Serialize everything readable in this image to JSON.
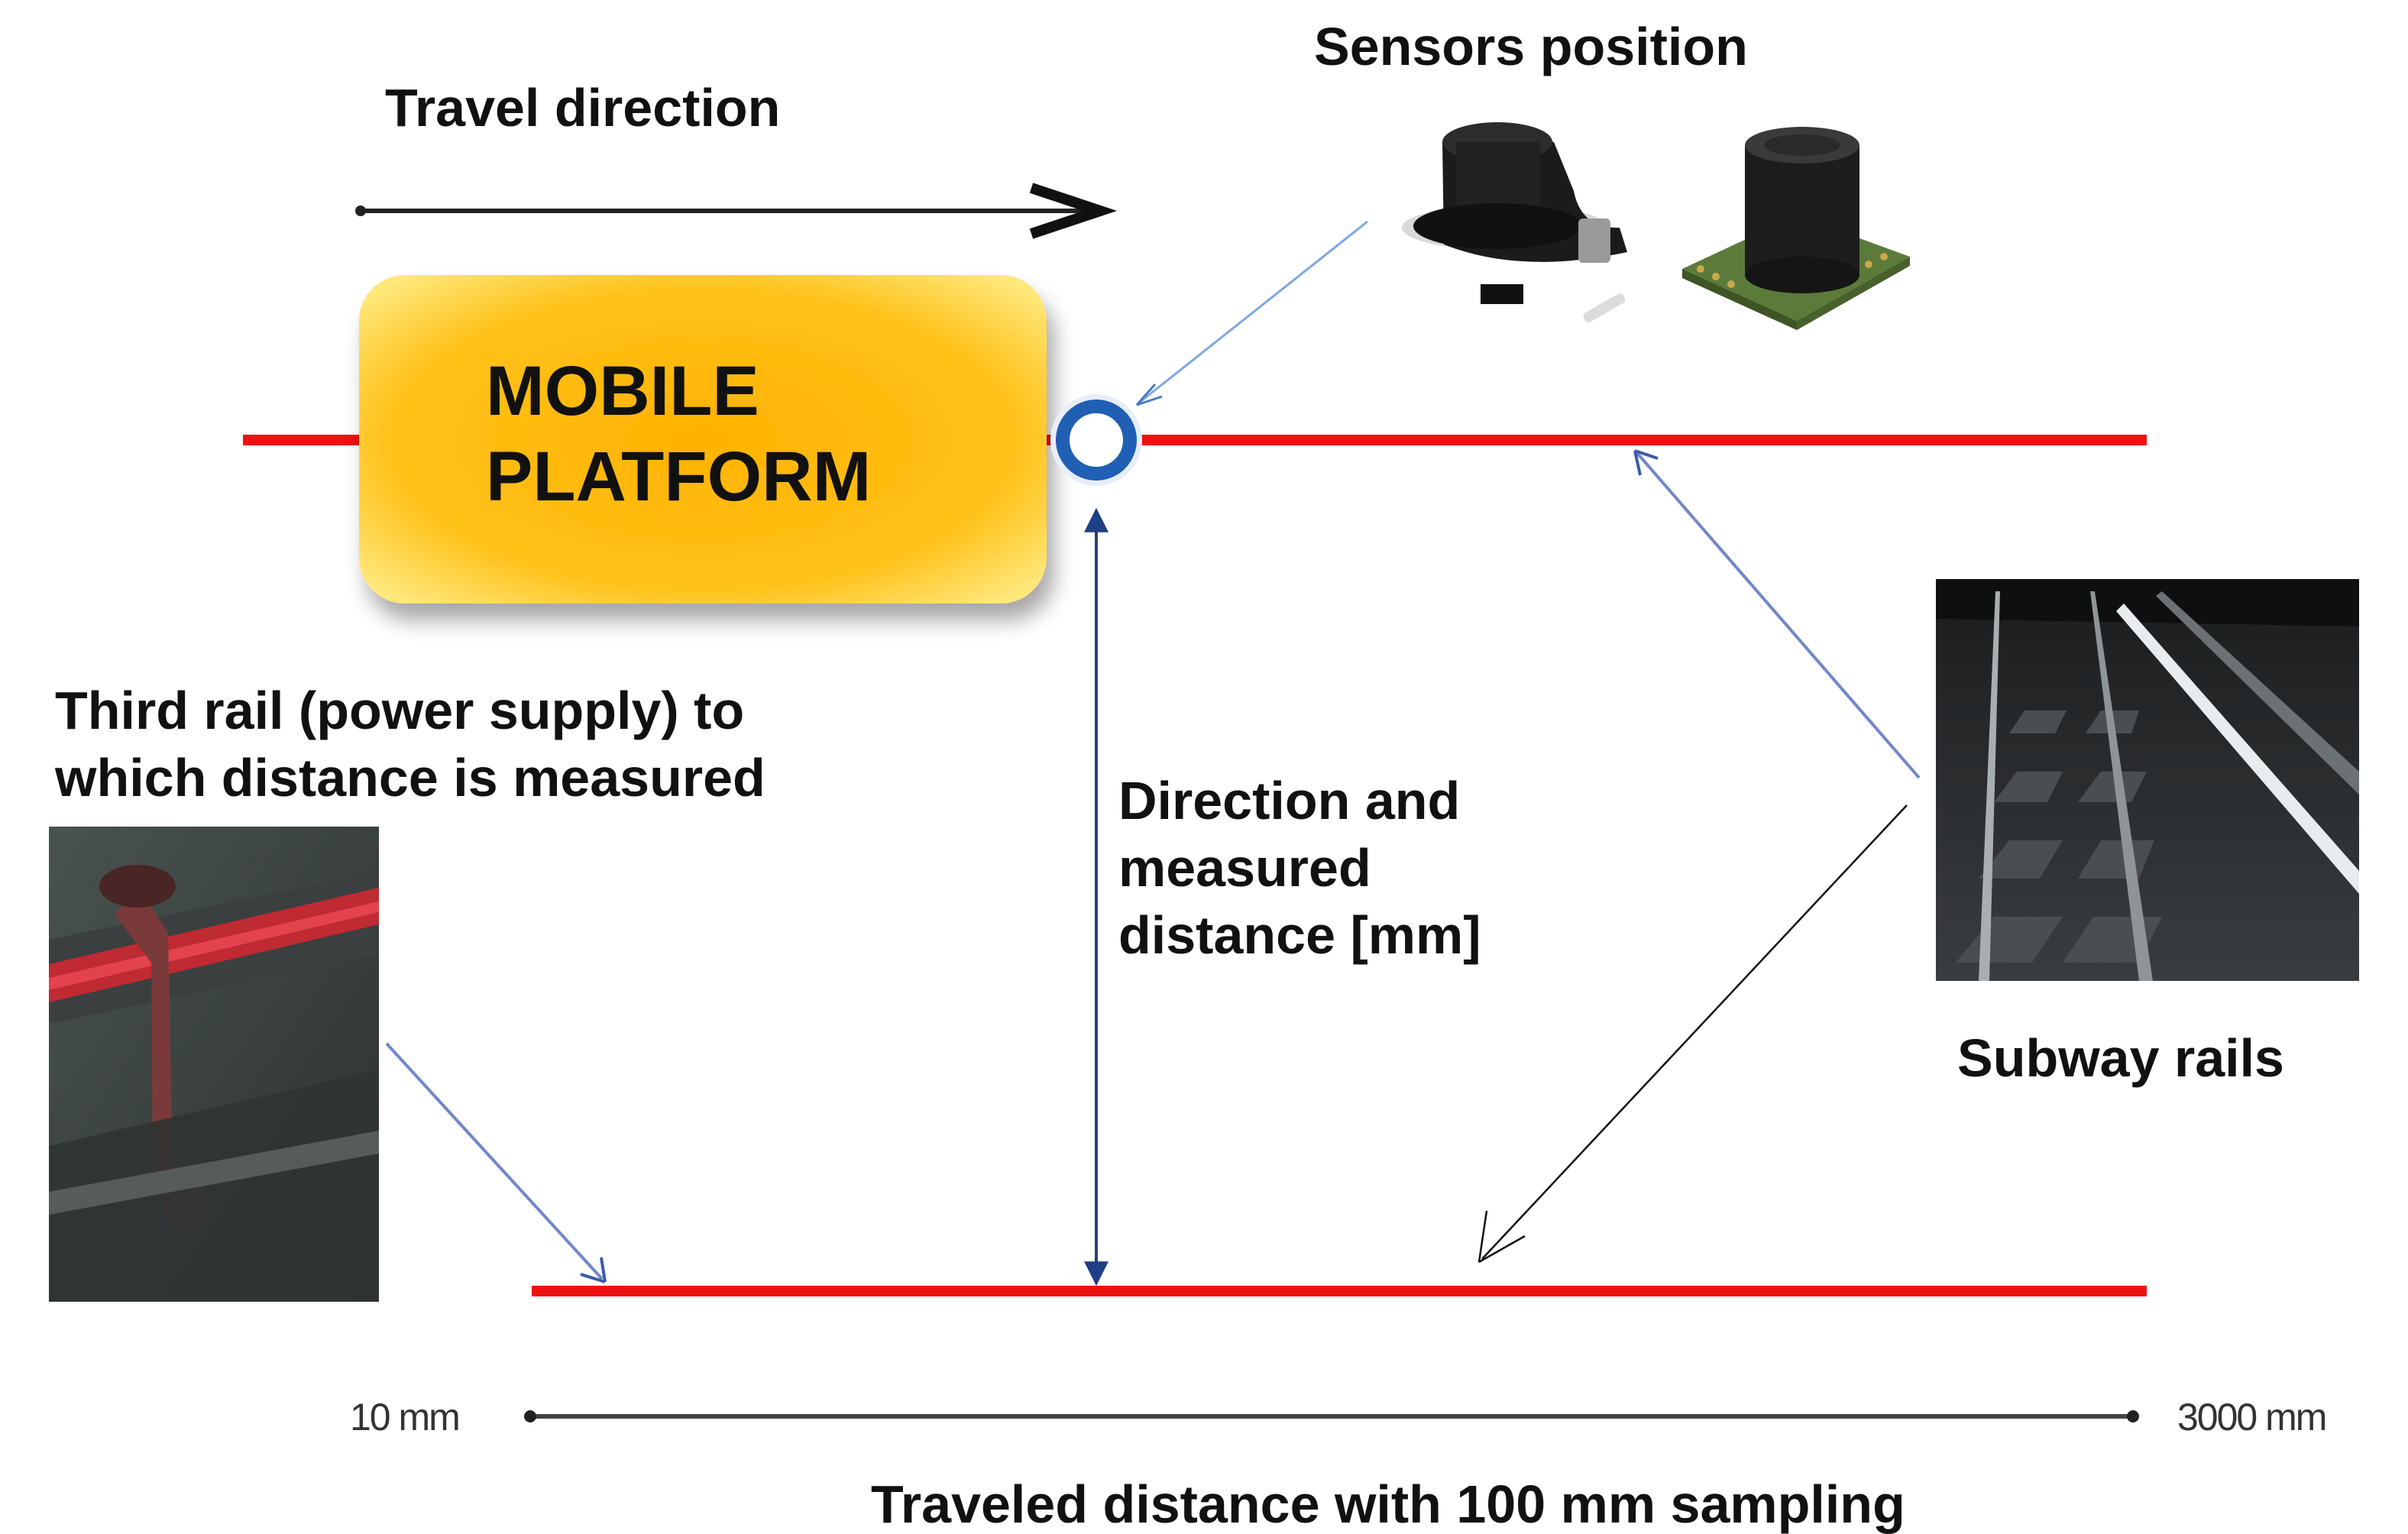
{
  "labels": {
    "travel_direction": "Travel direction",
    "sensors_position": "Sensors position",
    "platform_line1": "MOBILE",
    "platform_line2": "PLATFORM",
    "third_rail_line1": "Third rail (power supply) to",
    "third_rail_line2": "which distance is measured",
    "measured_line1": "Direction and",
    "measured_line2": "measured",
    "measured_line3": "distance [mm]",
    "subway_rails": "Subway rails",
    "distance_start": "10 mm",
    "distance_end": "3000 mm",
    "traveled_distance": "Traveled distance with 100 mm sampling"
  },
  "colors": {
    "rail": "#ee1111",
    "platform_fill": "#ffb400",
    "platform_glow": "#ffe98a",
    "sensor_ring": "#1f5fb4",
    "arrow_blue": "#6b86c9",
    "arrow_dark": "#1a2a5a"
  },
  "icons": {
    "sensor_lidar": "lidar-sensor-photo",
    "sensor_ultrasonic": "ultrasonic-sensor-photo",
    "third_rail_photo": "third-rail-photo",
    "subway_rails_photo": "subway-rails-photo"
  }
}
